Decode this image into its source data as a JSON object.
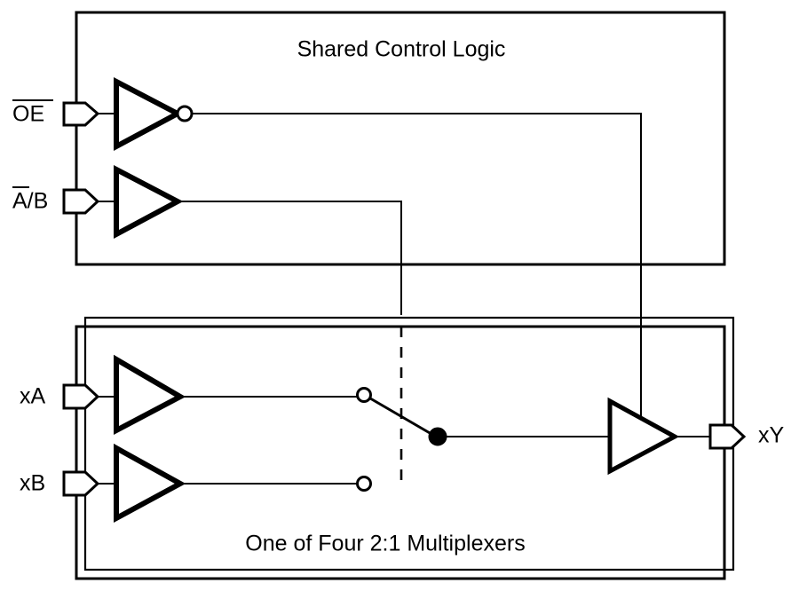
{
  "figure": {
    "type": "logic-block-diagram",
    "background_color": "#ffffff",
    "line_color": "#000000"
  },
  "blocks": {
    "shared_control": {
      "title": "Shared Control Logic"
    },
    "multiplexer": {
      "title": "One of Four 2:1 Multiplexers"
    }
  },
  "pins": {
    "oe": {
      "label": "OE",
      "overline": true,
      "direction": "input"
    },
    "ab": {
      "label_bar": "A",
      "label_rest": "/B",
      "label": "A/B",
      "overline": "A",
      "direction": "input"
    },
    "xa": {
      "label": "xA",
      "overline": false,
      "direction": "input"
    },
    "xb": {
      "label": "xB",
      "overline": false,
      "direction": "input"
    },
    "xy": {
      "label": "xY",
      "overline": false,
      "direction": "output"
    }
  },
  "gates": {
    "oe_inverter": {
      "kind": "inverter",
      "has_bubble": true
    },
    "ab_buffer": {
      "kind": "buffer",
      "has_bubble": false
    },
    "xa_buffer": {
      "kind": "buffer",
      "has_bubble": false
    },
    "xb_buffer": {
      "kind": "buffer",
      "has_bubble": false
    },
    "output_buffer": {
      "kind": "tri-state-buffer",
      "has_bubble": false,
      "enable_from": "OE"
    }
  },
  "switch": {
    "kind": "spdt",
    "terminal_a_state": "open",
    "terminal_b_state": "open",
    "common_state": "closed",
    "selected_input": "xA",
    "control_line_style": "dashed",
    "control_source": "A/B"
  },
  "nets": [
    {
      "name": "oe-to-output-enable",
      "from": "OE inverter output",
      "to": "output buffer enable"
    },
    {
      "name": "ab-to-switch-control",
      "from": "A/B buffer output",
      "to": "switch control (dashed)"
    },
    {
      "name": "xa-to-switch-terminal",
      "from": "xA buffer output",
      "to": "switch terminal A"
    },
    {
      "name": "xb-to-switch-terminal",
      "from": "xB buffer output",
      "to": "switch terminal B"
    },
    {
      "name": "switch-common-to-output-buffer",
      "from": "switch common",
      "to": "output buffer input"
    },
    {
      "name": "output-buffer-to-xy",
      "from": "output buffer",
      "to": "xY pin"
    }
  ]
}
